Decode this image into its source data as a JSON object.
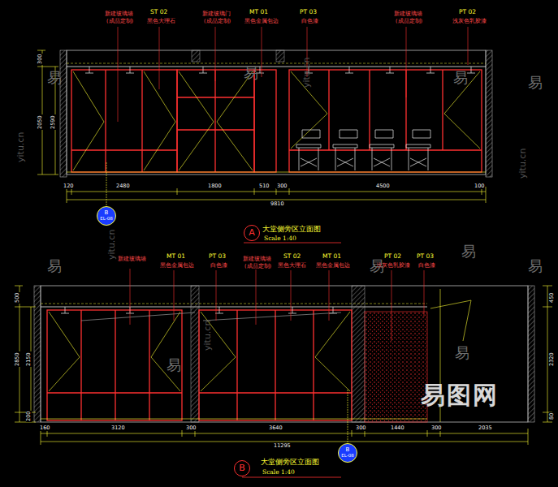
{
  "diagram": {
    "nodes": [
      {
        "text": [
          "B",
          "EL-08"
        ]
      },
      {
        "text": [
          "A"
        ]
      },
      {
        "text": [
          "B",
          "EL-08"
        ]
      },
      {
        "text": [
          "B"
        ]
      }
    ],
    "labels": [
      "新建玻璃墙",
      "(成品定制)",
      "ST 02",
      "黑色大理石",
      "新建玻璃门",
      "(成品定制)",
      "MT 01",
      "黑色金属包边",
      "PT 03",
      "白色漆",
      "新建玻璃墙",
      "(成品定制)",
      "PT 02",
      "浅灰色乳胶漆",
      "300",
      "2050",
      "2590",
      "120",
      "2480",
      "1800",
      "510",
      "300",
      "4500",
      "100",
      "9810",
      "大堂侧旁区立面图",
      "Scale 1:40",
      "新建玻璃墙",
      "MT 01",
      "黑色金属包边",
      "PT 03",
      "白色漆",
      "新建玻璃墙",
      "(成品定制)",
      "ST 02",
      "黑色大理石",
      "MT 01",
      "黑色金属包边",
      "PT 02",
      "浅灰色乳胶漆",
      "PT 03",
      "白色漆",
      "500",
      "2850",
      "2150",
      "200",
      "450",
      "2320",
      "80",
      "160",
      "3120",
      "300",
      "3640",
      "300",
      "1440",
      "300",
      "2035",
      "11295",
      "大堂侧旁区立面图",
      "Scale 1:40",
      "易",
      "易",
      "易",
      "易",
      "易",
      "易",
      "易",
      "易",
      "易",
      "易",
      "yitu.cn",
      "yitu.cn",
      "yitu.cn",
      "yitu.cn",
      "yitu.cn",
      "易图网"
    ]
  }
}
